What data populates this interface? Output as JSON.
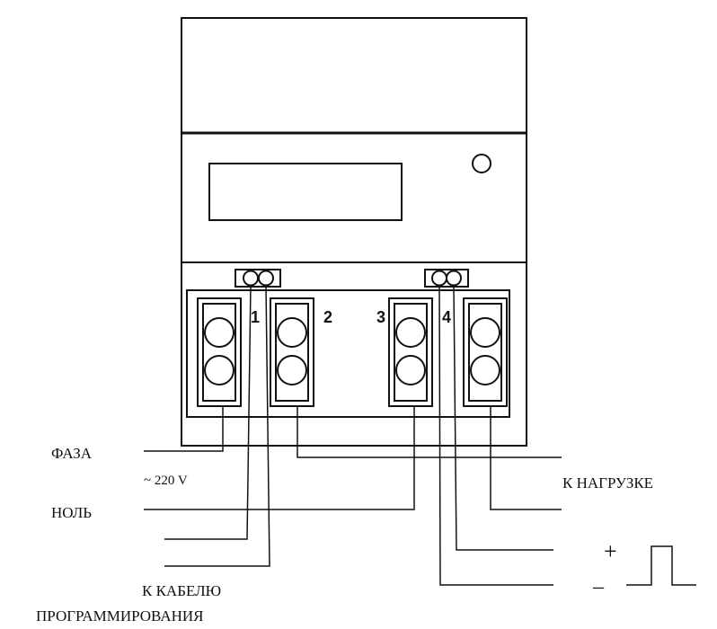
{
  "terminals": [
    "1",
    "2",
    "3",
    "4"
  ],
  "labels": {
    "phase": "ФАЗА",
    "voltage": "~ 220 V",
    "neutral": "НОЛЬ",
    "to_load": "К НАГРУЗКЕ",
    "to_cable_line1": "К КАБЕЛЮ",
    "to_cable_line2": "ПРОГРАММИРОВАНИЯ",
    "plus": "+",
    "minus": "–"
  }
}
